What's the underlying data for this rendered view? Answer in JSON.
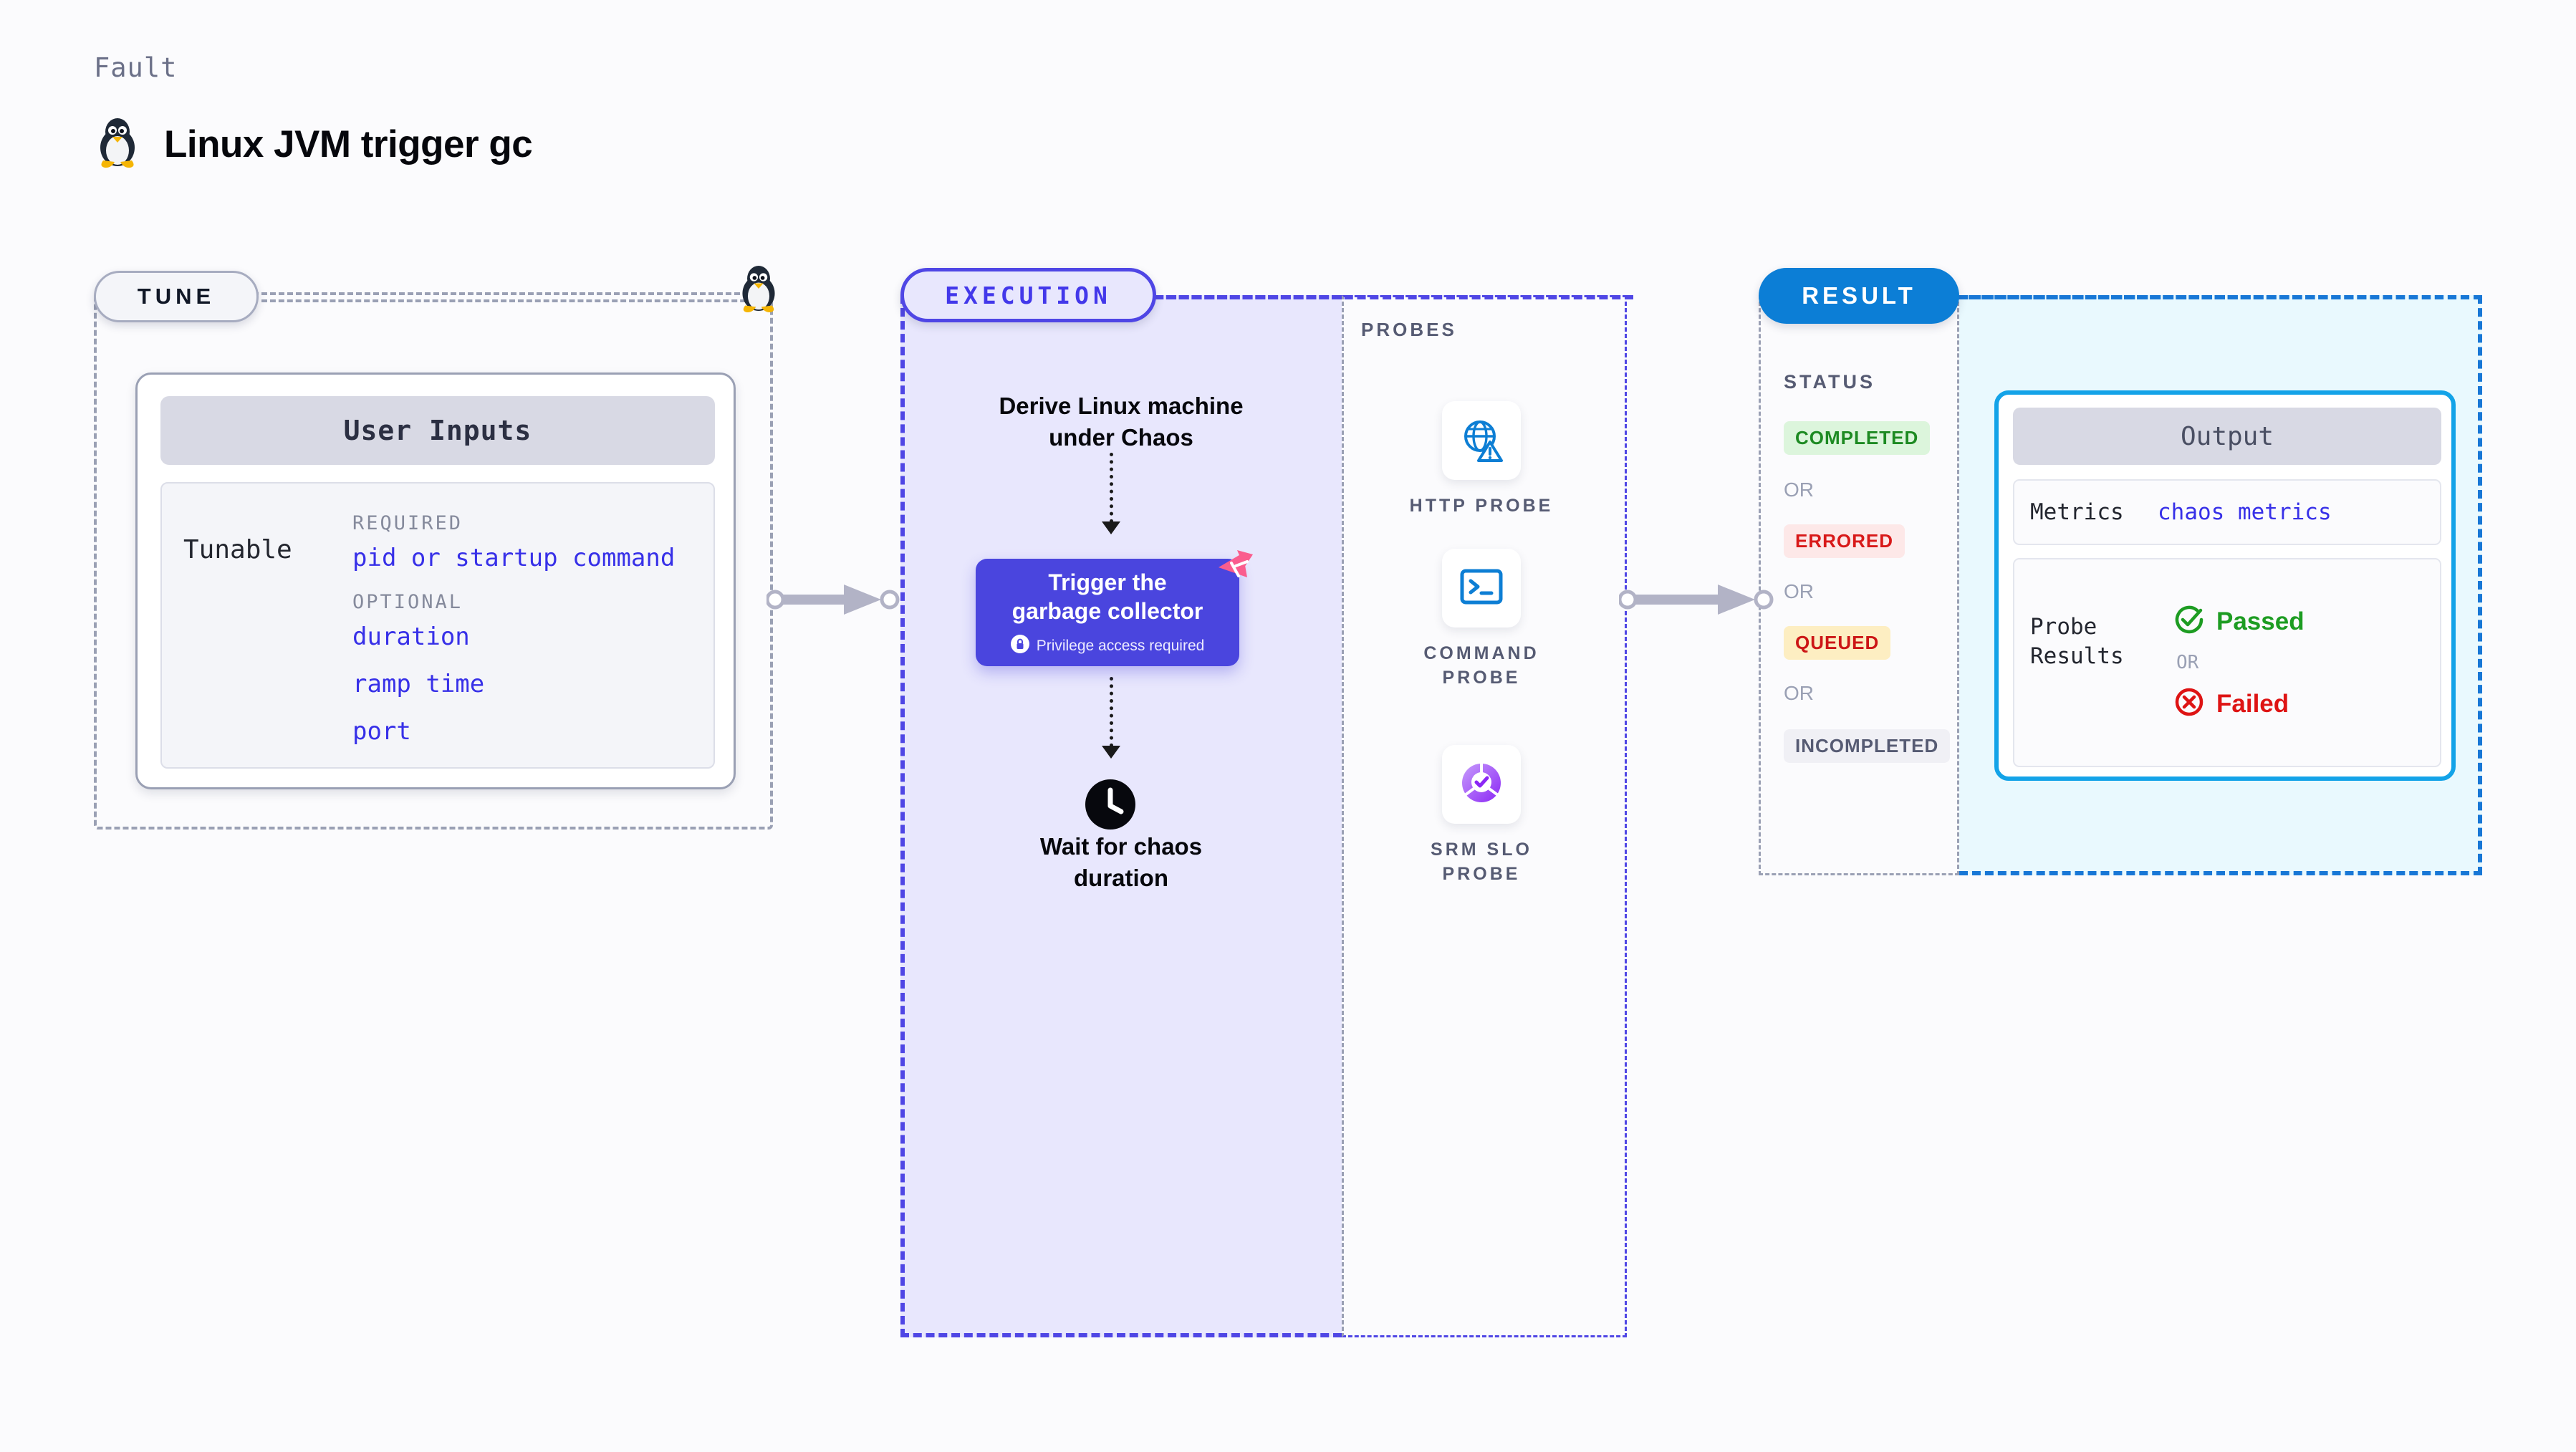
{
  "header": {
    "eyebrow": "Fault",
    "title": "Linux JVM trigger gc",
    "icon": "tux-penguin-icon"
  },
  "tune": {
    "pill_label": "TUNE",
    "card_header": "User Inputs",
    "tunable_label": "Tunable",
    "groups": [
      {
        "label": "REQUIRED",
        "items": [
          "pid or startup command"
        ]
      },
      {
        "label": "OPTIONAL",
        "items": [
          "duration",
          "ramp time",
          "port"
        ]
      }
    ],
    "path_icon": "tux-penguin-icon"
  },
  "execution": {
    "pill_label": "EXECUTION",
    "step1": "Derive Linux machine\nunder Chaos",
    "trigger_card": {
      "title": "Trigger the\ngarbage collector",
      "privilege_note": "Privilege access required",
      "badge_icon": "litmus-chaos-badge-icon",
      "lock_icon": "lock-icon",
      "color": "#4a45de"
    },
    "step3": "Wait for chaos\nduration",
    "clock_icon": "clock-icon"
  },
  "probes": {
    "label": "PROBES",
    "items": [
      {
        "caption": "HTTP PROBE",
        "icon": "globe-warning-icon"
      },
      {
        "caption": "COMMAND PROBE",
        "icon": "terminal-icon"
      },
      {
        "caption": "SRM SLO PROBE",
        "icon": "slo-gauge-check-icon"
      }
    ]
  },
  "result": {
    "pill_label": "RESULT",
    "status_label": "STATUS",
    "or_label": "OR",
    "statuses": [
      {
        "label": "COMPLETED",
        "bg": "#dcf5dc",
        "fg": "#1d8a22"
      },
      {
        "label": "ERRORED",
        "bg": "#fde8e8",
        "fg": "#d81919"
      },
      {
        "label": "QUEUED",
        "bg": "#fdeec2",
        "fg": "#cc1616"
      },
      {
        "label": "INCOMPLETED",
        "bg": "#f0f0f5",
        "fg": "#565b73"
      }
    ],
    "output": {
      "header": "Output",
      "metrics_key": "Metrics",
      "metrics_value": "chaos metrics",
      "probe_results_key": "Probe\nResults",
      "pass_label": "Passed",
      "fail_label": "Failed",
      "or_label": "OR",
      "pass_icon": "check-circle-icon",
      "fail_icon": "x-circle-icon",
      "border_color": "#13a3e8"
    }
  },
  "connectors": {
    "arrow_icon": "right-arrow-connector",
    "count": 2
  }
}
